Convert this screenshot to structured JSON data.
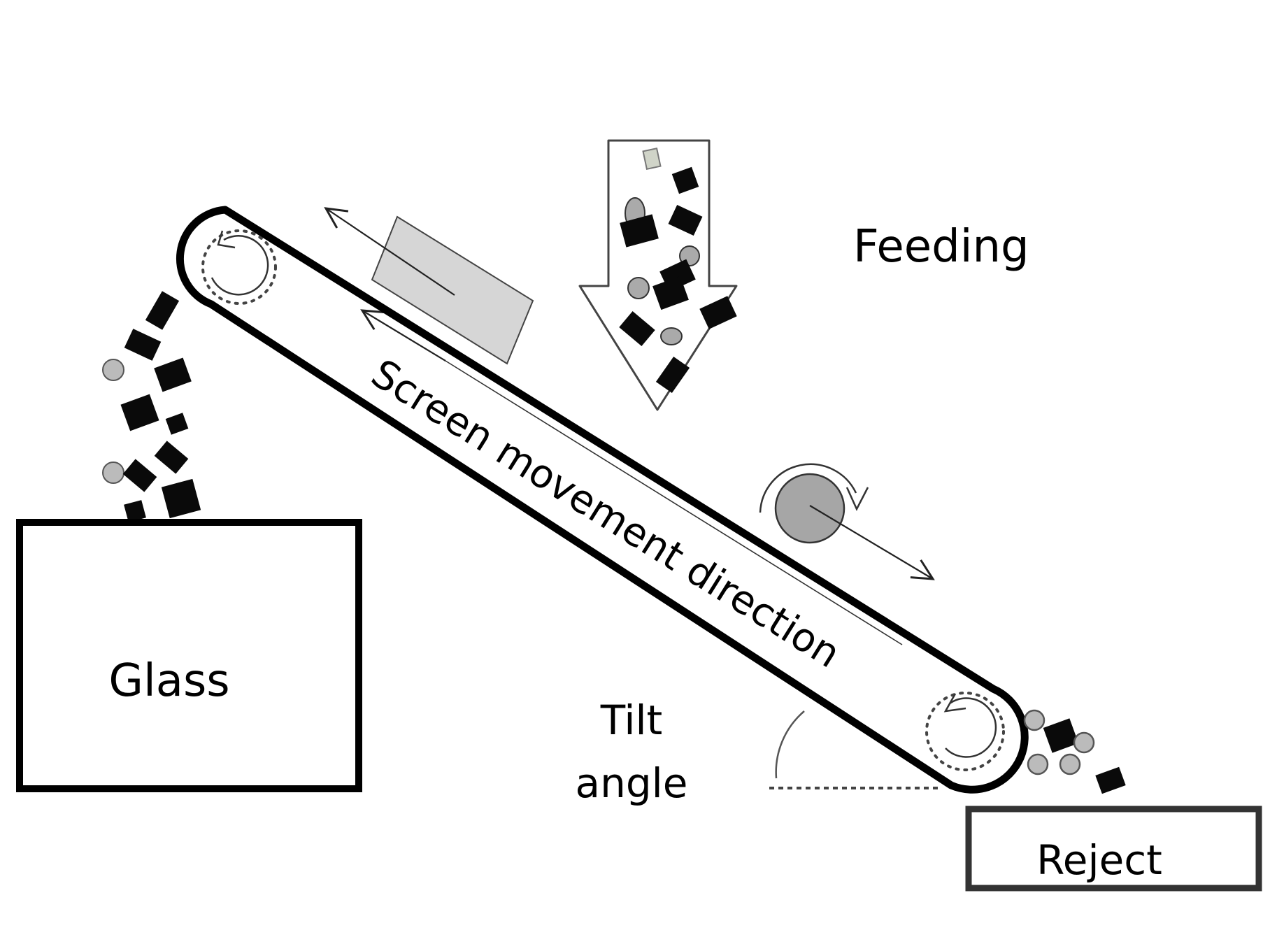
{
  "diagram": {
    "title": "Inclined screen sorting: glass vs reject",
    "labels": {
      "feeding": "Feeding",
      "screen_direction": "Screen movement direction",
      "tilt_line1": "Tilt",
      "tilt_line2": "angle",
      "glass": "Glass",
      "reject": "Reject"
    },
    "colors": {
      "stroke": "#000000",
      "particle_dark": "#0a0a0a",
      "particle_gray": "#b8b8b8",
      "flat_particle": "#d6d6d6",
      "round_particle": "#a6a6a6",
      "outline_gray": "#555555"
    },
    "components": [
      {
        "id": "feed-arrow",
        "kind": "arrow",
        "direction": "down",
        "meaning": "mixed material fed onto screen"
      },
      {
        "id": "inclined-screen",
        "kind": "conveyor",
        "meaning": "tilted moving screen belt"
      },
      {
        "id": "top-pulley",
        "kind": "pulley",
        "rotation": "counter-clockwise"
      },
      {
        "id": "bottom-pulley",
        "kind": "pulley",
        "rotation": "counter-clockwise"
      },
      {
        "id": "flat-particle",
        "kind": "rectangle",
        "motion": "carried up the screen"
      },
      {
        "id": "round-particle",
        "kind": "circle",
        "motion": "rolls down the screen"
      },
      {
        "id": "glass-bin",
        "kind": "bin"
      },
      {
        "id": "reject-bin",
        "kind": "bin"
      }
    ]
  }
}
